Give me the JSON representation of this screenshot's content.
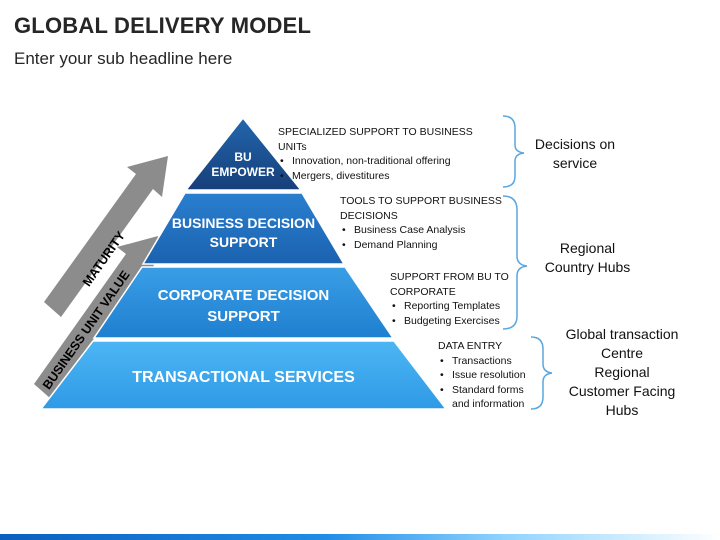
{
  "title": "GLOBAL DELIVERY MODEL",
  "subtitle": "Enter your sub headline here",
  "arrows": {
    "maturity": "MATURITY",
    "business_unit_value": "BUSINESS UNIT VALUE"
  },
  "tiers": [
    {
      "label_line1": "BU",
      "label_line2": "EMPOWER",
      "color": "#1a4e8f"
    },
    {
      "label_line1": "BUSINESS DECISION",
      "label_line2": "SUPPORT",
      "color": "#1f6fc0"
    },
    {
      "label_line1": "CORPORATE DECISION",
      "label_line2": "SUPPORT",
      "color": "#2b8fe0"
    },
    {
      "label_line1": "TRANSACTIONAL SERVICES",
      "label_line2": "",
      "color": "#41aef0"
    }
  ],
  "descriptions": [
    {
      "head": "SPECIALIZED SUPPORT TO BUSINESS UNITs",
      "head2": "",
      "items": [
        "Innovation, non-traditional offering",
        "Mergers, divestitures"
      ]
    },
    {
      "head": "TOOLS TO SUPPORT BUSINESS",
      "head2": "DECISIONS",
      "items": [
        "Business Case Analysis",
        "Demand Planning"
      ]
    },
    {
      "head": "SUPPORT FROM BU TO",
      "head2": "CORPORATE",
      "items": [
        "Reporting Templates",
        "Budgeting Exercises"
      ]
    },
    {
      "head": "DATA ENTRY",
      "head2": "",
      "items": [
        "Transactions",
        "Issue resolution",
        "Standard forms",
        "and information"
      ]
    }
  ],
  "right_labels": {
    "decisions_line1": "Decisions on",
    "decisions_line2": "service",
    "regional_line1": "Regional",
    "regional_line2": "Country Hubs",
    "global_line1": "Global transaction",
    "global_line2": "Centre",
    "global_line3": "Regional",
    "global_line4": "Customer Facing",
    "global_line5": "Hubs"
  },
  "colors": {
    "brace": "#5aa6de",
    "arrow_gray": "#8c8c8c"
  }
}
